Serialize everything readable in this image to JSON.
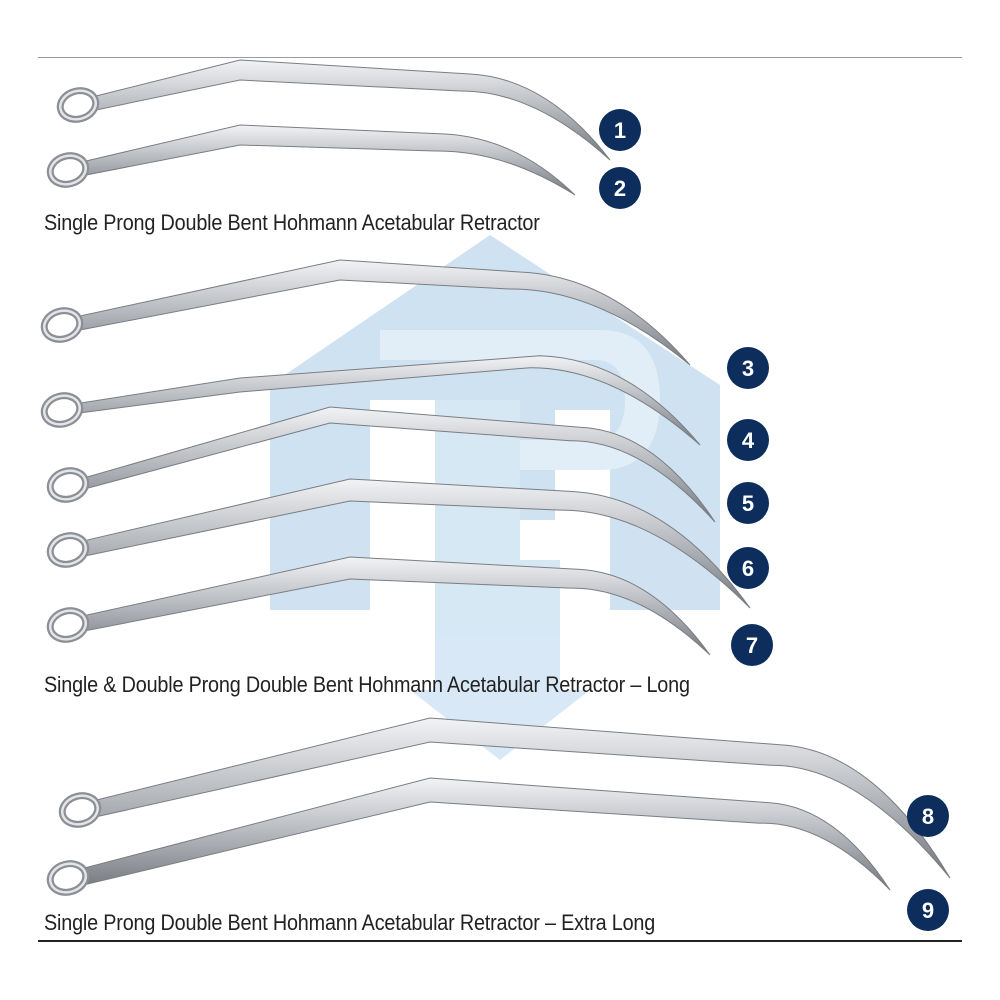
{
  "sections": [
    {
      "caption": "Single Prong Double Bent Hohmann Acetabular Retractor",
      "items": [
        "1",
        "2"
      ]
    },
    {
      "caption": "Single & Double Prong Double Bent Hohmann Acetabular Retractor – Long",
      "items": [
        "3",
        "4",
        "5",
        "6",
        "7"
      ]
    },
    {
      "caption": "Single Prong Double Bent Hohmann Acetabular Retractor – Extra Long",
      "items": [
        "8",
        "9"
      ]
    }
  ],
  "colors": {
    "badge": "#0d2e5c",
    "steel_light": "#dcdde0",
    "steel_dark": "#6f7278",
    "watermark": "#9fc3e0"
  },
  "icons": {
    "watermark": "house-R-logo-watermark",
    "instrument": "hohmann-retractor-instrument"
  }
}
